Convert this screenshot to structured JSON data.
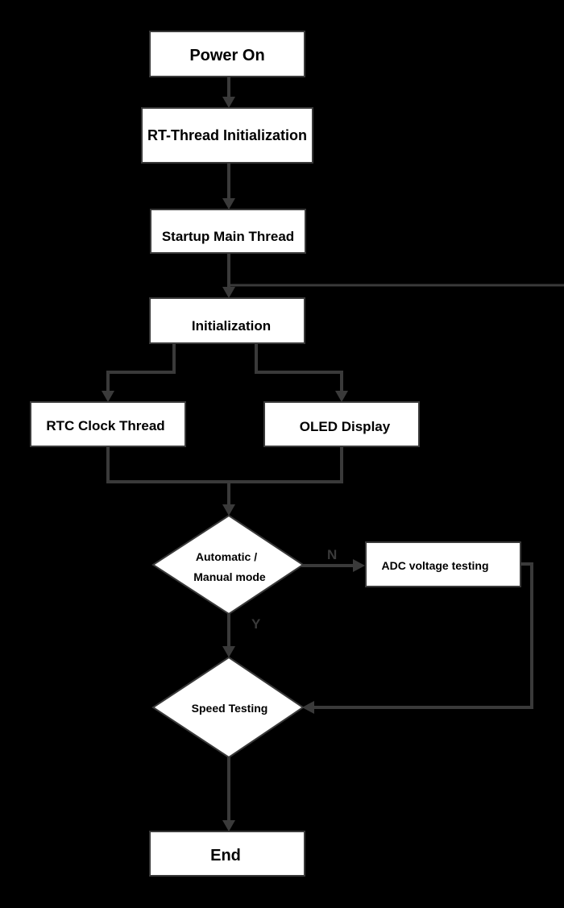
{
  "nodes": {
    "power_on": "Power On",
    "rt_init": "RT-Thread Initialization",
    "startup_main": "Startup Main Thread",
    "initialization": "Initialization",
    "rtc_thread": "RTC Clock Thread",
    "oled_display": "OLED Display",
    "mode_decision_line1": "Automatic /",
    "mode_decision_line2": "Manual mode",
    "adc_testing": "ADC voltage testing",
    "speed_testing": "Speed Testing",
    "end": "End"
  },
  "edge_labels": {
    "no": "N",
    "yes": "Y"
  },
  "colors": {
    "background": "#000000",
    "node_fill": "#ffffff",
    "connector": "#3a3a3a"
  }
}
